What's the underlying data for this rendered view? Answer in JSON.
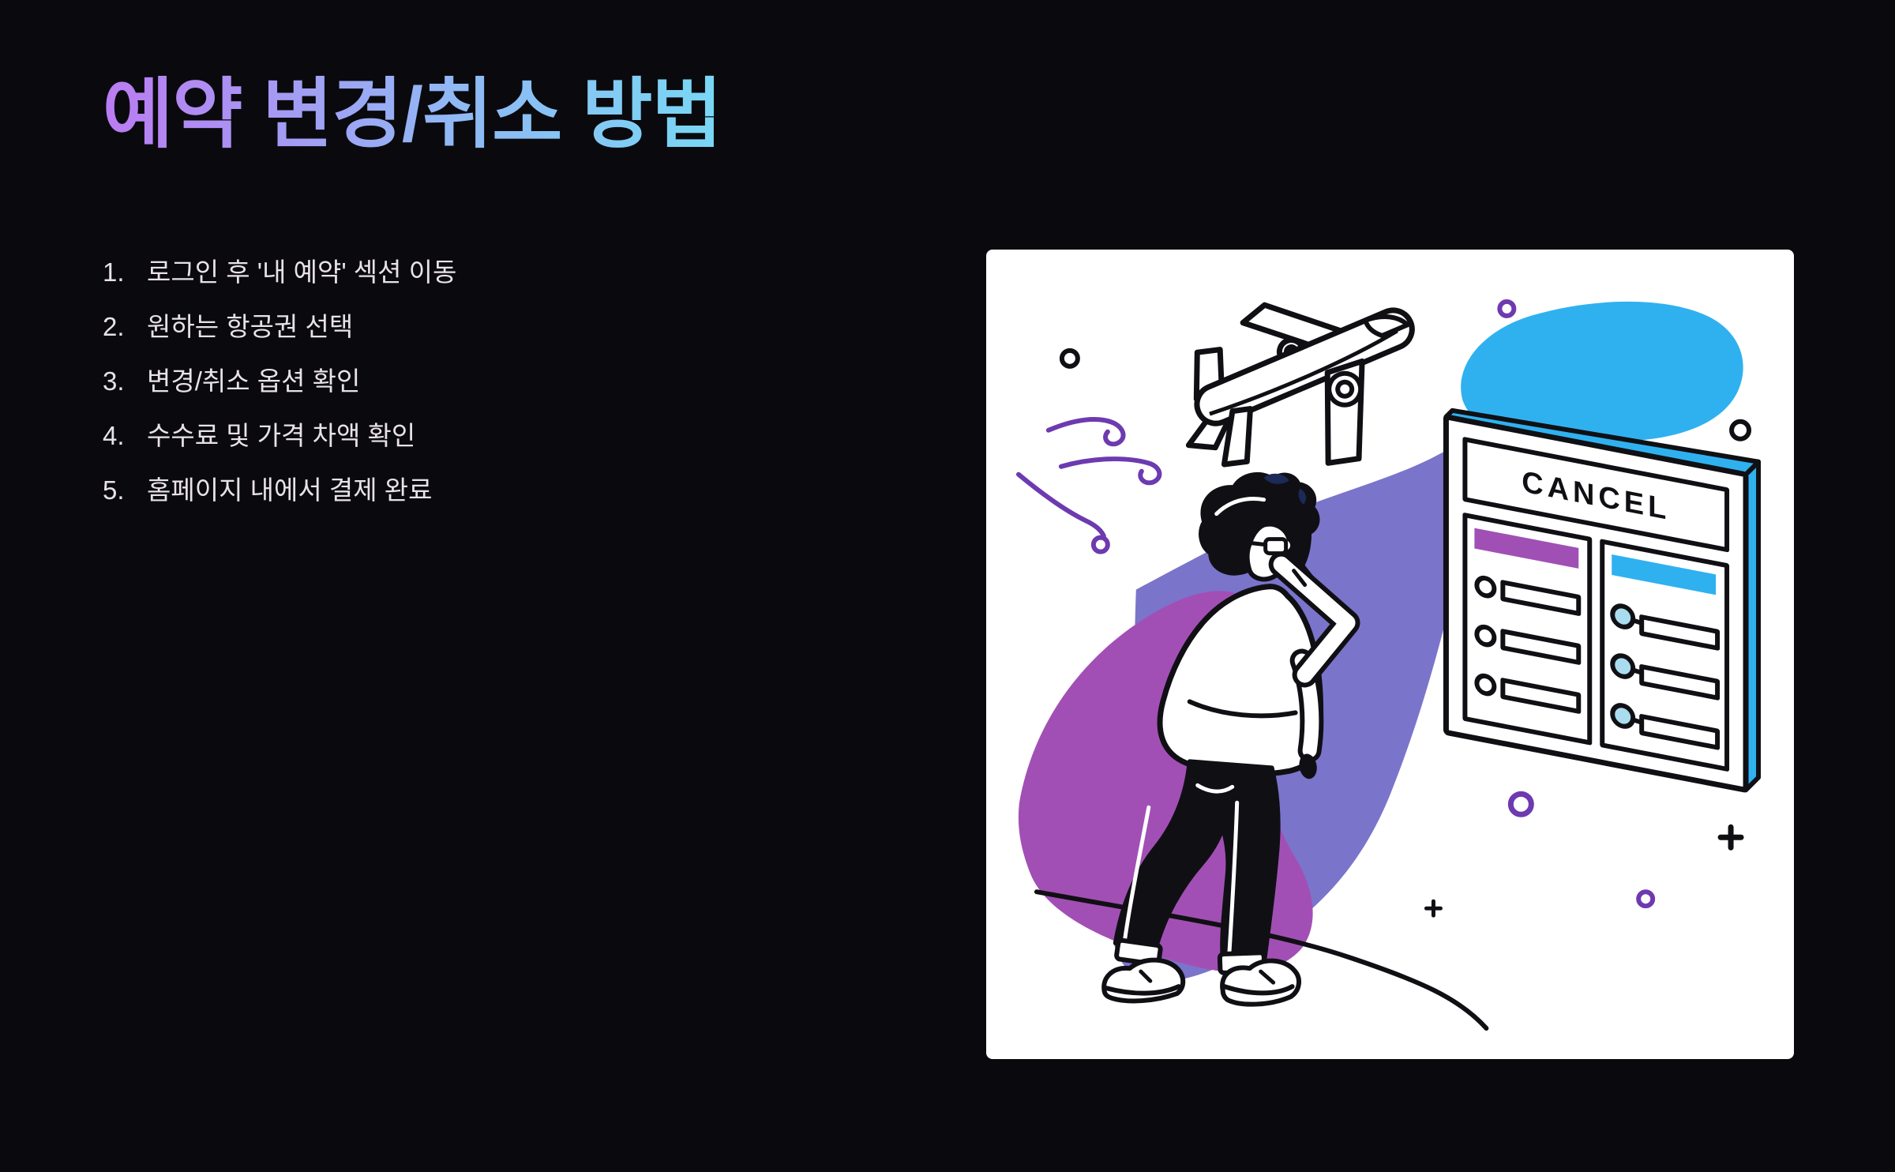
{
  "title": {
    "text": "예약 변경/취소 방법"
  },
  "steps": [
    {
      "n": "1.",
      "text": "로그인 후 '내 예약' 섹션 이동"
    },
    {
      "n": "2.",
      "text": "원하는 항공권 선택"
    },
    {
      "n": "3.",
      "text": "변경/취소 옵션 확인"
    },
    {
      "n": "4.",
      "text": "수수료 및 가격 차액 확인"
    },
    {
      "n": "5.",
      "text": "홈페이지 내에서 결제 완료"
    }
  ],
  "illustration": {
    "board_title": "CANCEL",
    "description": "person looking at cancel board with airplane"
  },
  "theme": {
    "background": "#0a0a0e",
    "card": "#ffffff",
    "ink": "#101014",
    "accent_blue": "#2fb1f0",
    "accent_purple_bar": "#a050b5",
    "blob_violet": "#7b74cb",
    "blob_purple": "#a24fb5",
    "dot_cyan_fill": "#aadcf0",
    "swirl_purple": "#6d3ab0",
    "hair_navy": "#1b2a56",
    "list_text": "#e8e2e8",
    "title_gradient": [
      "#bb7bf2",
      "#93b4f4",
      "#78d8f4"
    ]
  }
}
